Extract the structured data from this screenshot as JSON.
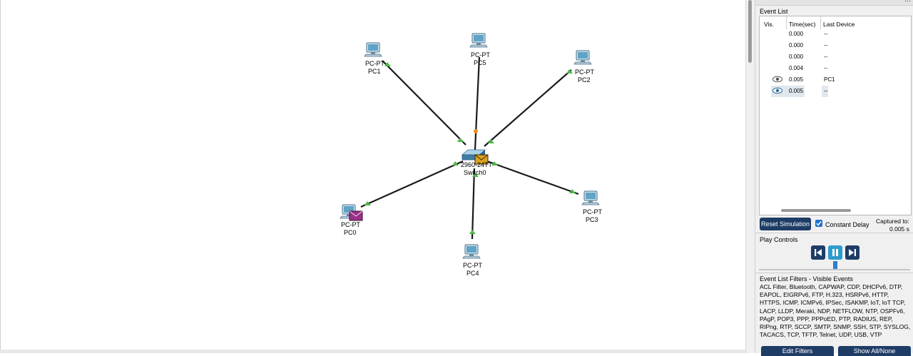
{
  "topology": {
    "devices": [
      {
        "id": "pc1",
        "type": "PC-PT",
        "name": "PC1"
      },
      {
        "id": "pc5",
        "type": "PC-PT",
        "name": "PC5"
      },
      {
        "id": "pc2",
        "type": "PC-PT",
        "name": "PC2"
      },
      {
        "id": "pc3",
        "type": "PC-PT",
        "name": "PC3"
      },
      {
        "id": "pc4",
        "type": "PC-PT",
        "name": "PC4"
      },
      {
        "id": "pc0",
        "type": "PC-PT",
        "name": "PC0"
      },
      {
        "id": "sw",
        "type": "2960-24TT",
        "name": "Switch0"
      }
    ]
  },
  "panel": {
    "event_list_title": "Event List",
    "columns": {
      "vis": "Vis.",
      "time": "Time(sec)",
      "last_device": "Last Device"
    },
    "events": [
      {
        "time": "0.000",
        "last_device": "--",
        "vis": false,
        "selected": false
      },
      {
        "time": "0.000",
        "last_device": "--",
        "vis": false,
        "selected": false
      },
      {
        "time": "0.000",
        "last_device": "--",
        "vis": false,
        "selected": false
      },
      {
        "time": "0.004",
        "last_device": "--",
        "vis": false,
        "selected": false
      },
      {
        "time": "0.005",
        "last_device": "PC1",
        "vis": true,
        "selected": false
      },
      {
        "time": "0.005",
        "last_device": "--",
        "vis": true,
        "selected": true
      }
    ],
    "reset_label": "Reset Simulation",
    "constant_delay_label": "Constant Delay",
    "captured_label": "Captured to:",
    "captured_value": "0.005 s",
    "play_controls_title": "Play Controls",
    "filters_title": "Event List Filters - Visible Events",
    "filters_text": "ACL Filter, Bluetooth, CAPWAP, CDP, DHCPv6, DTP, EAPOL, EIGRPv6, FTP, H.323, HSRPv6, HTTP, HTTPS, ICMP, ICMPv6, IPSec, ISAKMP, IoT, IoT TCP, LACP, LLDP, Meraki, NDP, NETFLOW, NTP, OSPFv6, PAgP, POP3, PPP, PPPoED, PTP, RADIUS, REP, RIPng, RTP, SCCP, SMTP, SNMP, SSH, STP, SYSLOG, TACACS, TCP, TFTP, Telnet, UDP, USB, VTP",
    "edit_filters_label": "Edit Filters",
    "show_all_label": "Show All/None"
  },
  "colors": {
    "link_up": "#4fb847",
    "link_orange": "#f08a24",
    "dark_button": "#1e3c66",
    "active_button": "#2d9bd0"
  }
}
